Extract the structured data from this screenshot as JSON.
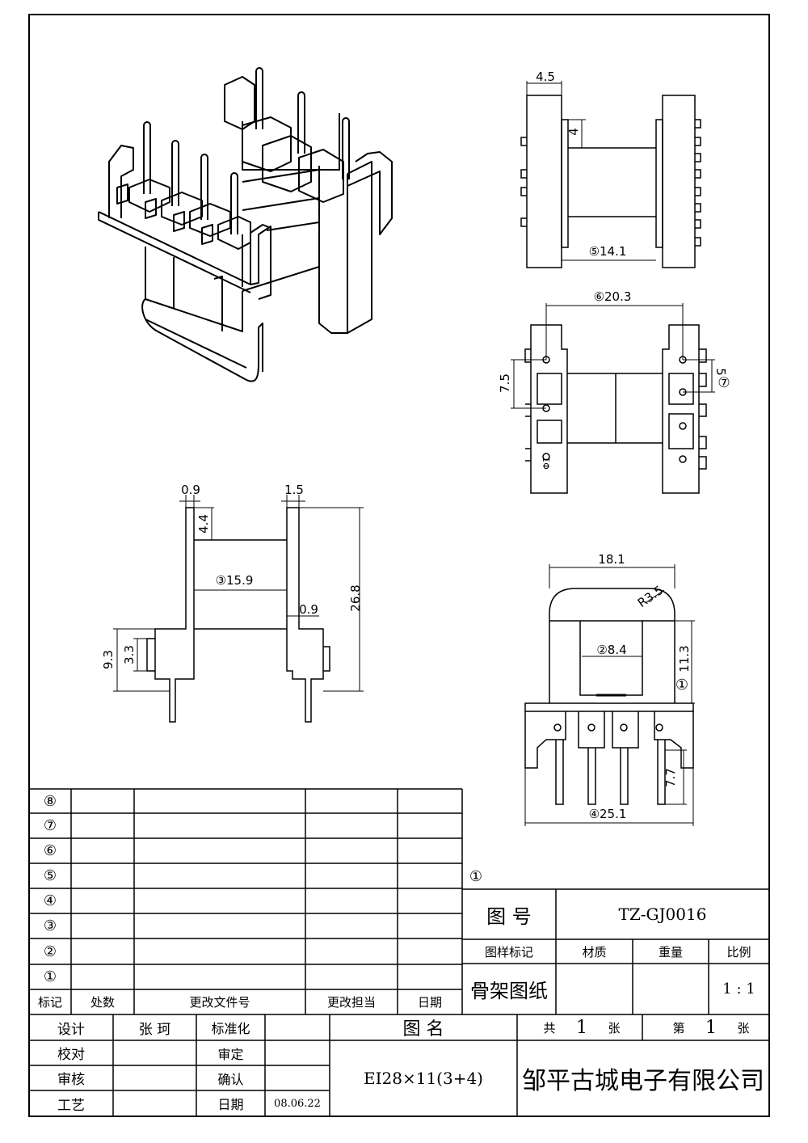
{
  "dimensions": {
    "top_view_flange": "4.5",
    "top_view_slot": "4",
    "top_view_inner": "⑤14.1",
    "pin_row_span": "⑥20.3",
    "pin_pitch": "7.5",
    "pin_gap": "5",
    "pin_gap_marker": "⑦",
    "pin_hole": "Φ1",
    "side_flange_left": "0.9",
    "side_flange_right": "1.5",
    "side_slot_top": "4.4",
    "side_winding": "③15.9",
    "side_wall": "0.9",
    "side_height": "26.8",
    "side_base": "9.3",
    "side_step": "3.3",
    "front_width": "18.1",
    "front_radius": "R3.5",
    "front_core": "②8.4",
    "front_height": "11.3",
    "front_marker": "①",
    "front_pin_length": "7.7",
    "front_base": "④25.1"
  },
  "revision_table": {
    "row_markers": [
      "⑧",
      "⑦",
      "⑥",
      "⑤",
      "④",
      "③",
      "②",
      "①"
    ],
    "headers": {
      "mark": "标记",
      "count": "处数",
      "doc": "更改文件号",
      "person": "更改担当",
      "date": "日期"
    }
  },
  "title_block": {
    "note_marker": "①",
    "drawing_no_label": "图  号",
    "drawing_no": "TZ-GJ0016",
    "sample_mark_label": "图样标记",
    "material_label": "材质",
    "weight_label": "重量",
    "scale_label": "比例",
    "drawing_type": "骨架图纸",
    "scale_value": "1 : 1",
    "design_label": "设计",
    "designer": "张 珂",
    "standard_label": "标准化",
    "check_label": "校对",
    "review_label": "审定",
    "audit_label": "审核",
    "confirm_label": "确认",
    "process_label": "工艺",
    "date_label": "日期",
    "date_value": "08.06.22",
    "name_label": "图  名",
    "part_name": "EI28×11(3+4)",
    "total_prefix": "共",
    "total_count": "1",
    "sheet_unit": "张",
    "sheet_prefix": "第",
    "sheet_number": "1",
    "sheet_unit2": "张",
    "company": "邹平古城电子有限公司"
  }
}
